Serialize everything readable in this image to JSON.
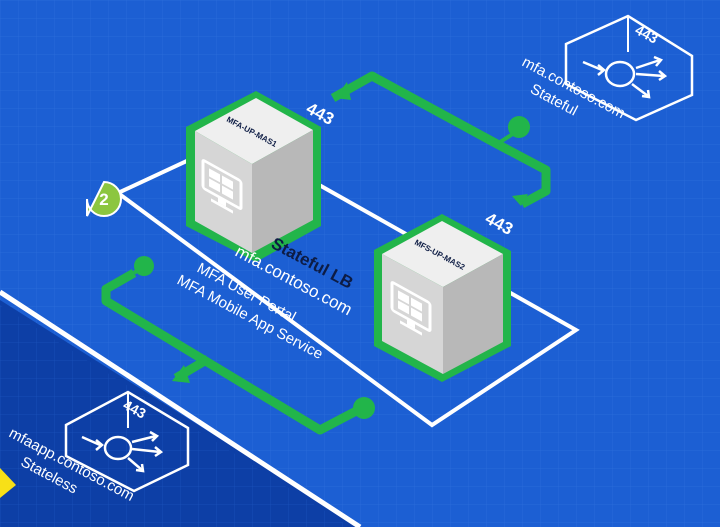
{
  "badge": {
    "number": "2"
  },
  "servers": [
    {
      "name": "MFA-UP-MAS1",
      "port": "443"
    },
    {
      "name": "MFS-UP-MAS2",
      "port": "443"
    }
  ],
  "load_balancer": {
    "title": "Stateful LB",
    "host": "mfa.contoso.com",
    "services": [
      "MFA User Portal",
      "MFA Mobile App Service"
    ]
  },
  "endpoint_top": {
    "port": "443",
    "host": "mfa.contoso.com",
    "state": "Stateful"
  },
  "endpoint_bottom": {
    "port": "443",
    "host": "mfaapp.contoso.com",
    "state": "Stateless"
  },
  "colors": {
    "background": "#1c5fd3",
    "background_dark": "#0d3fa6",
    "connector_green": "#22b54a",
    "badge_green": "#8cc63f",
    "server_face": "#dedede",
    "text_dark": "#0d1c44"
  }
}
